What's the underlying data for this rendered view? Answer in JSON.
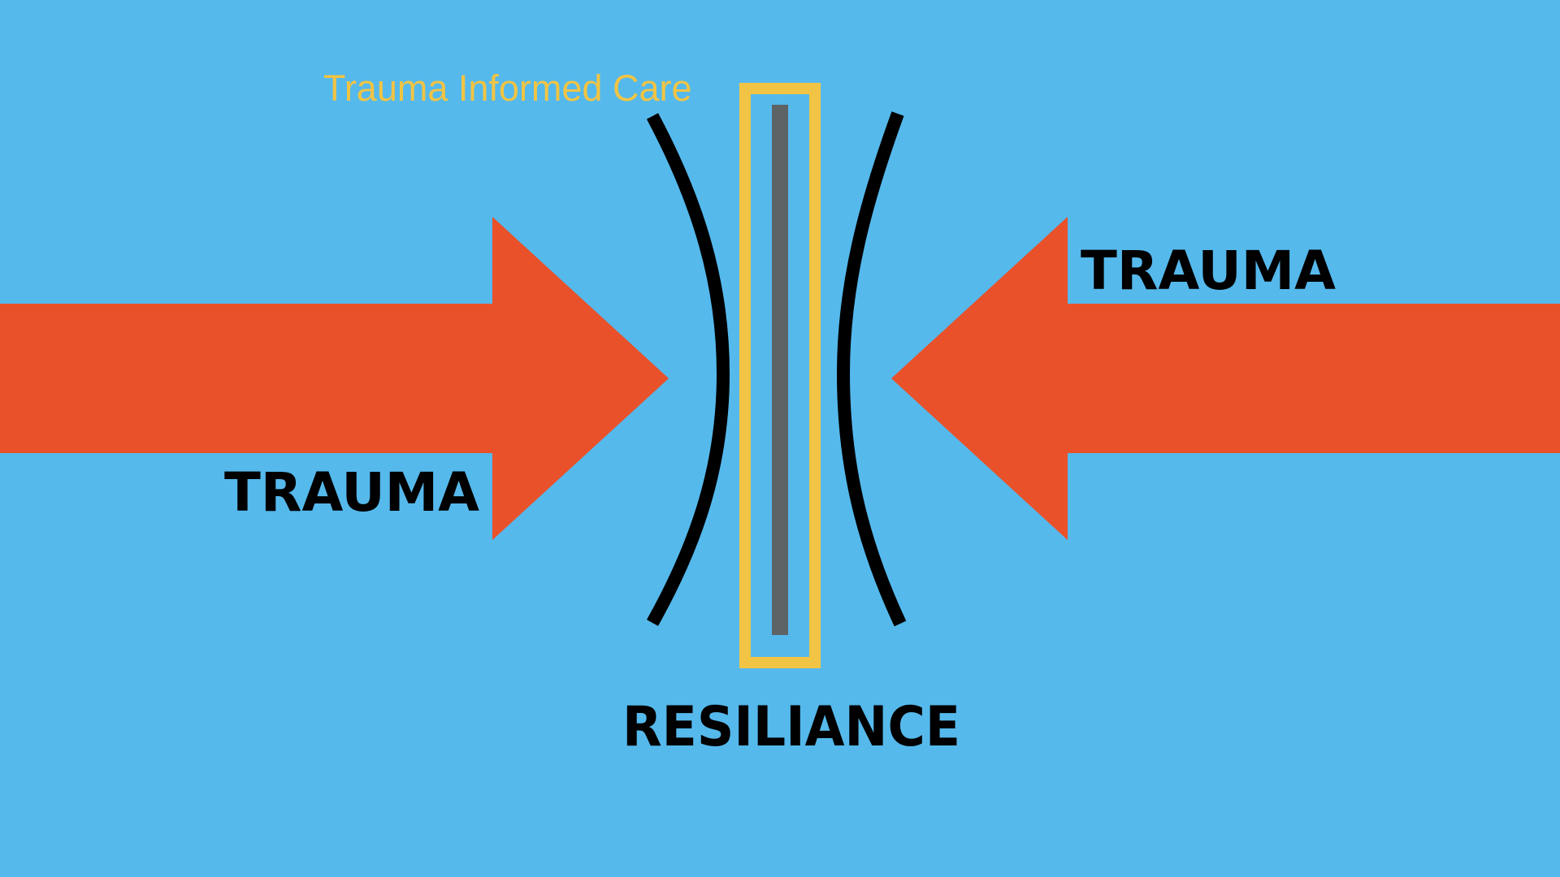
{
  "labels": {
    "trauma_informed_care": "Trauma Informed Care",
    "trauma_left": "TRAUMA",
    "trauma_right": "TRAUMA",
    "resilience": "RESILIANCE"
  },
  "colors": {
    "background": "#55B9EC",
    "arrow": "#E8512A",
    "frame": "#F2C443",
    "core": "#5E6366",
    "brackets": "#000000",
    "caption_text": "#F2C443"
  }
}
